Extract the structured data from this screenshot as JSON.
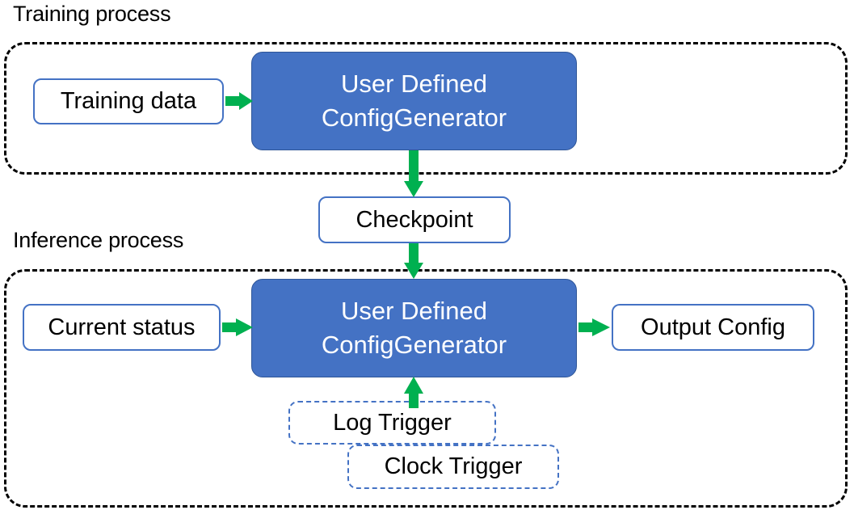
{
  "diagram": {
    "title_training": "Training process",
    "title_inference": "Inference process",
    "groups": [
      {
        "id": "training",
        "label": "Training process"
      },
      {
        "id": "inference",
        "label": "Inference process"
      }
    ],
    "nodes": {
      "training_data": "Training data",
      "training_generator_line1": "User Defined",
      "training_generator_line2": "ConfigGenerator",
      "checkpoint": "Checkpoint",
      "current_status": "Current status",
      "inference_generator_line1": "User Defined",
      "inference_generator_line2": "ConfigGenerator",
      "output_config": "Output Config",
      "log_trigger": "Log Trigger",
      "clock_trigger": "Clock Trigger"
    },
    "edges": [
      {
        "from": "training_data",
        "to": "training_generator",
        "direction": "right"
      },
      {
        "from": "training_generator",
        "to": "checkpoint",
        "direction": "down"
      },
      {
        "from": "checkpoint",
        "to": "inference_generator",
        "direction": "down"
      },
      {
        "from": "current_status",
        "to": "inference_generator",
        "direction": "right"
      },
      {
        "from": "inference_generator",
        "to": "output_config",
        "direction": "right"
      },
      {
        "from": "log_trigger",
        "to": "inference_generator",
        "direction": "up"
      }
    ],
    "colors": {
      "arrow_green": "#00B050",
      "process_blue": "#4472C4",
      "box_border_blue": "#4472C4",
      "container_dash": "#000000",
      "text_dark": "#000000",
      "text_light": "#FFFFFF",
      "background": "#FFFFFF"
    }
  }
}
